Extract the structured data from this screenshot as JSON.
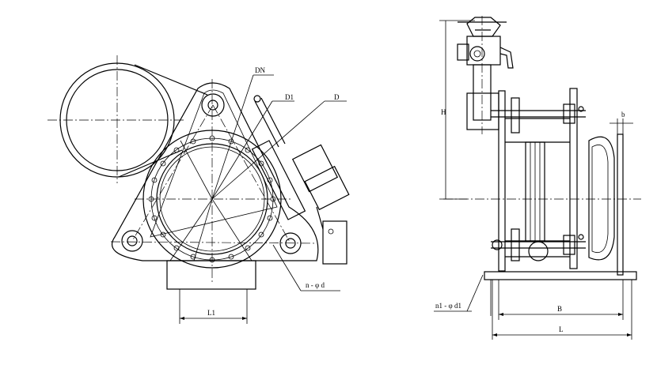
{
  "front_view": {
    "label_dn": "DN",
    "label_d1": "D1",
    "label_d": "D",
    "label_bolts": "n - φ d",
    "label_l1": "L1"
  },
  "side_view": {
    "label_h": "H",
    "label_b_small": "b",
    "label_b": "B",
    "label_l": "L",
    "label_base_holes": "n1 - φ d1"
  }
}
